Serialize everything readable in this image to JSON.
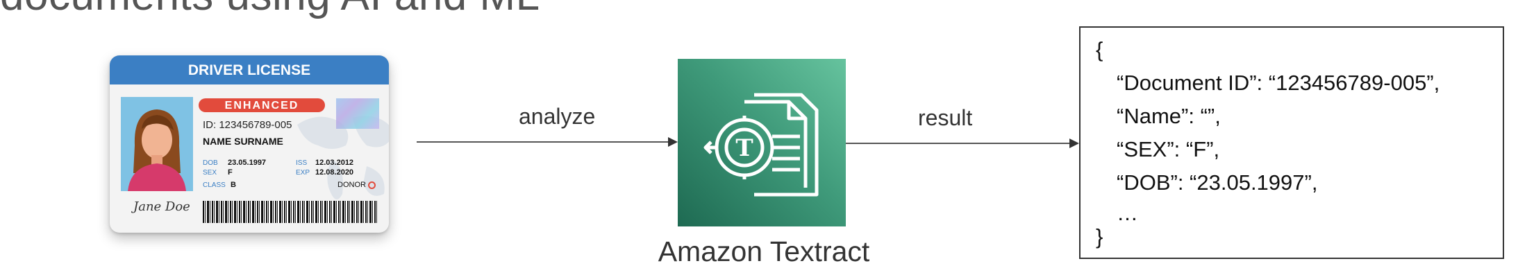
{
  "title": "documents using AI and ML",
  "license": {
    "header": "DRIVER LICENSE",
    "badge": "ENHANCED",
    "id_line": "ID: 123456789-005",
    "name": "NAME SURNAME",
    "dob_label": "DOB",
    "dob_value": "23.05.1997",
    "sex_label": "SEX",
    "sex_value": "F",
    "iss_label": "ISS",
    "iss_value": "12.03.2012",
    "exp_label": "EXP",
    "exp_value": "12.08.2020",
    "class_label": "CLASS",
    "class_value": "B",
    "donor": "DONOR",
    "signature": "Jane Doe"
  },
  "arrows": {
    "analyze": "analyze",
    "result": "result"
  },
  "service": {
    "name": "Amazon Textract",
    "icon": "textract-icon"
  },
  "result_json": {
    "lines": [
      "{",
      "“Document ID”: “123456789-005”,",
      "“Name”: “”,",
      "“SEX”: “F”,",
      "“DOB”: “23.05.1997”,",
      "…",
      "}"
    ]
  },
  "colors": {
    "card_header": "#3b7fc4",
    "badge": "#e24b3c",
    "service_green_dark": "#1e6a52",
    "service_green_light": "#66c39e"
  }
}
